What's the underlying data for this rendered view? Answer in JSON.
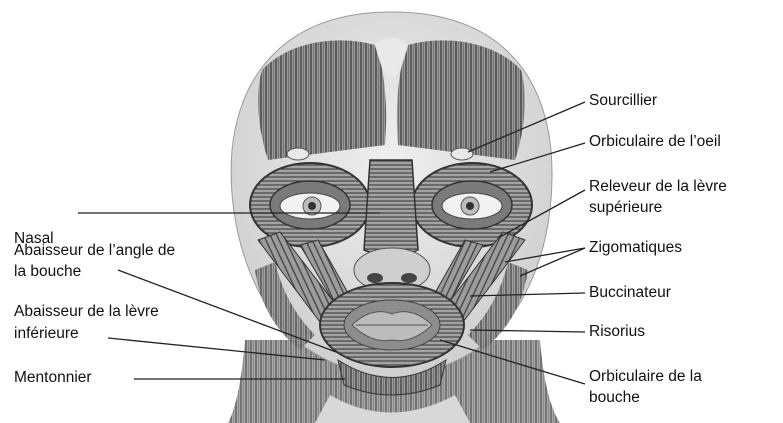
{
  "left_labels": {
    "nasal": "Nasal",
    "depressor_angle_line1": "Abaisseur de l’angle de",
    "depressor_angle_line2": "la bouche",
    "depressor_lip_line1": "Abaisseur de la lèvre",
    "depressor_lip_line2": "inférieure",
    "mentalis": "Mentonnier"
  },
  "right_labels": {
    "corrugator": "Sourcillier",
    "orbicularis_oculi": "Orbiculaire de l’oeil",
    "levator_line1": "Releveur de la lèvre",
    "levator_line2": "supérieure",
    "zygomatic": "Zigomatiques",
    "buccinator": "Buccinateur",
    "risorius": "Risorius",
    "orbicularis_oris_line1": "Orbiculaire de la",
    "orbicularis_oris_line2": "bouche"
  },
  "colors": {
    "skin": "#e6e6e6",
    "muscle_dark": "#3a3a3a",
    "muscle_mid": "#8a8a8a",
    "muscle_light": "#bdbdbd",
    "leader_line": "#222222"
  }
}
